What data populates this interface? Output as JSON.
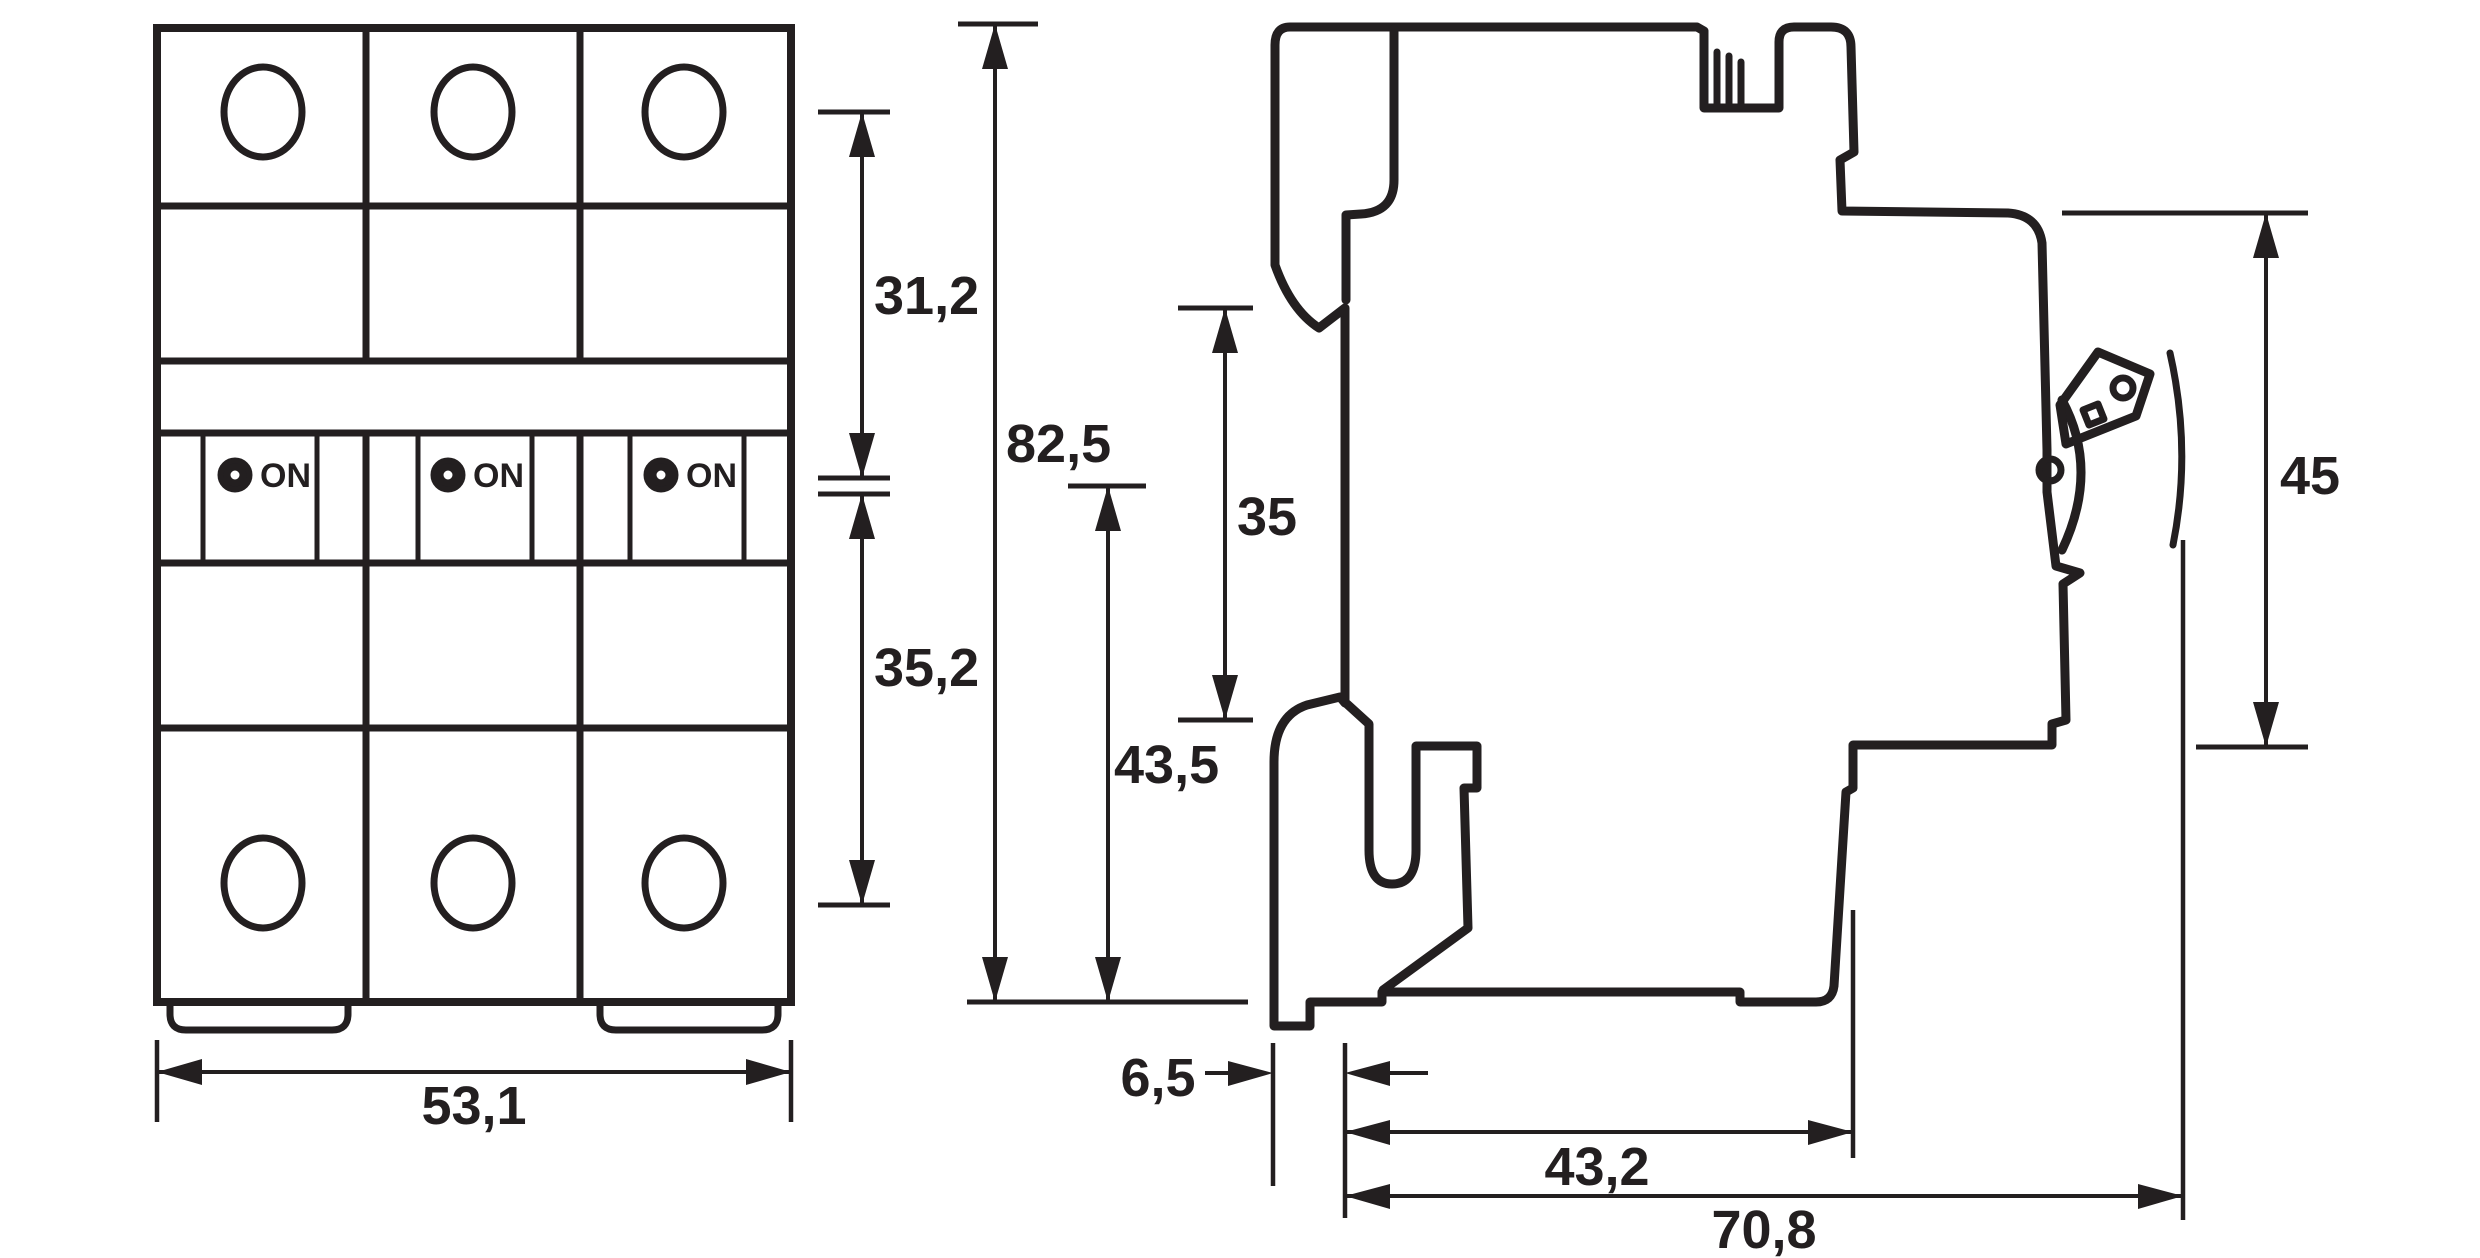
{
  "diagram": {
    "type": "technical-dimension-drawing",
    "subject": "3-pole miniature circuit breaker, front and side views",
    "colors": {
      "ink": "#231f20",
      "paper": "#ffffff"
    },
    "front_view": {
      "on_indicator_label": "ON",
      "pole_count": 3,
      "dim_top_terminal_to_switch": "31,2",
      "dim_switch_to_bottom_terminal": "35,2",
      "dim_overall_width": "53,1"
    },
    "side_view": {
      "dim_overall_height": "82,5",
      "dim_din_rail_width": "35",
      "dim_rail_top_to_base": "43,5",
      "dim_front_panel_height": "45",
      "dim_rail_hook_offset": "6,5",
      "dim_mounting_depth": "43,2",
      "dim_overall_depth": "70,8"
    }
  }
}
